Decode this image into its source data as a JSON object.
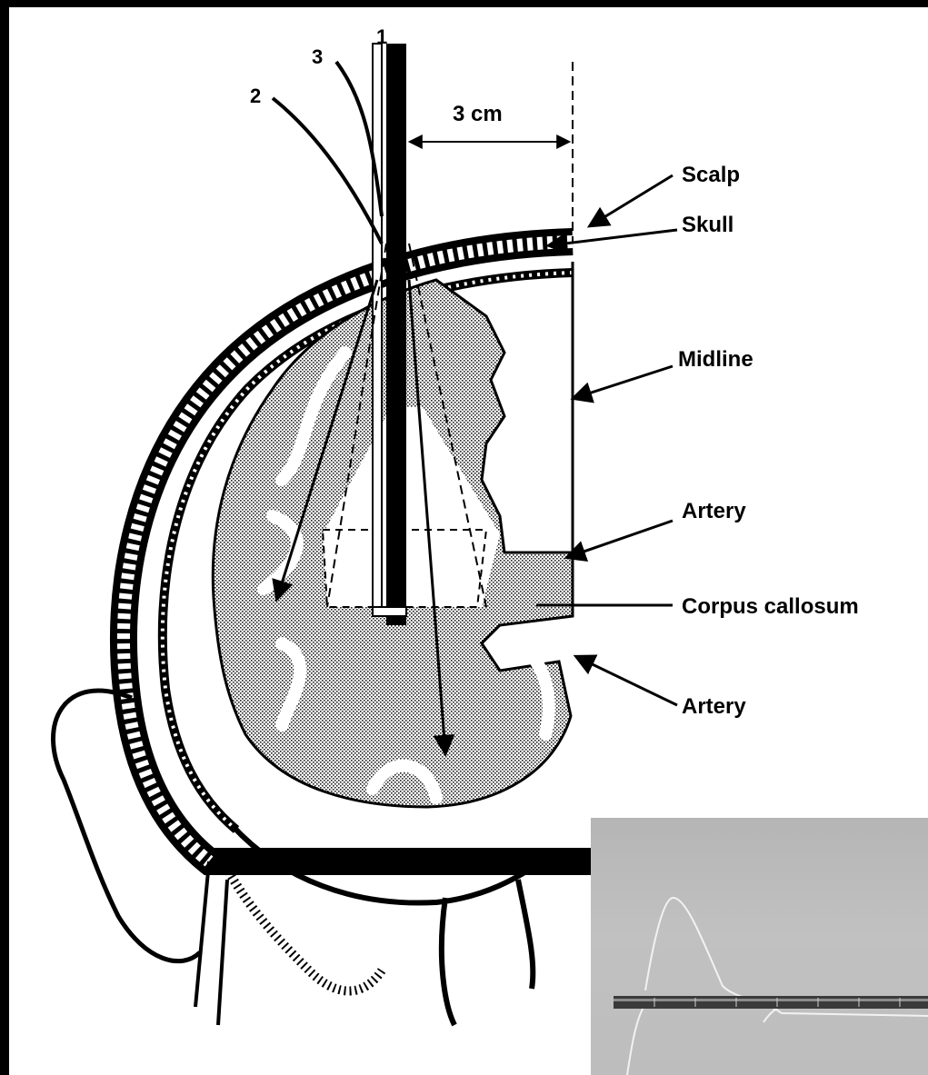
{
  "labels": {
    "scalp": "Scalp",
    "skull": "Skull",
    "midline": "Midline",
    "artery_upper": "Artery",
    "corpus_callosum": "Corpus callosum",
    "artery_lower": "Artery",
    "distance": "3 cm",
    "instrument_1": "1",
    "instrument_2": "2",
    "instrument_3": "3"
  },
  "colors": {
    "background": "#000000",
    "paper": "#ffffff",
    "ink": "#000000",
    "cortex_stipple": "#8a8a8a",
    "photo_background": "#bdbdbd",
    "catheter_metal": "#3a3a3a"
  },
  "icons": {
    "photo": "catheter-photo"
  }
}
